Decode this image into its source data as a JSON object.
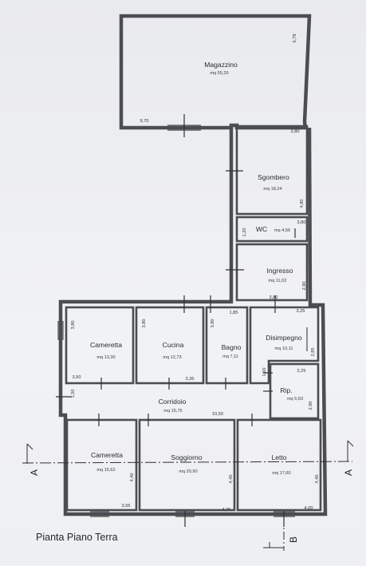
{
  "title": "Pianta Piano Terra",
  "rooms": {
    "magazzino": {
      "name": "Magazzino",
      "area": "mq 55,29"
    },
    "sgombero": {
      "name": "Sgombero",
      "area": "mq 18,24"
    },
    "wc": {
      "name": "WC",
      "area": "mq 4,56"
    },
    "ingresso": {
      "name": "Ingresso",
      "area": "mq 11,02"
    },
    "cameretta1": {
      "name": "Cameretta",
      "area": "mq 13,30"
    },
    "cucina": {
      "name": "Cucina",
      "area": "mq 12,73"
    },
    "bagno": {
      "name": "Bagno",
      "area": "mq 7,11"
    },
    "disimpegno": {
      "name": "Disimpegno",
      "area": "mq 10,11"
    },
    "rip": {
      "name": "Rip.",
      "area": "mq 5,63"
    },
    "corridoio": {
      "name": "Corridoio",
      "area": "mq 15,75"
    },
    "cameretta2": {
      "name": "Cameretta",
      "area": "mq 15,62"
    },
    "soggiorno": {
      "name": "Soggiorno",
      "area": "mq 20,90"
    },
    "letto": {
      "name": "Letto",
      "area": "mq 17,60"
    }
  },
  "dims": {
    "mag_h": "5,79",
    "mag_w": "9,70",
    "sg_w": "3,80",
    "sg_h": "4,80",
    "wc_w": "3,80",
    "wc_h": "1,20",
    "ing_h": "2,90",
    "ing_w": "3,80",
    "cam1_h": "3,80",
    "cam1_w": "3,50",
    "cuc_h": "3,80",
    "cuc_w": "3,35",
    "bag_h": "3,80",
    "bag_w": "1,85",
    "dis_w": "3,25",
    "dis_h": "2,85",
    "dis_d": "1,00",
    "rip_w": "2,25",
    "rip_h": "2,90",
    "cor_h": "1,50",
    "cor_w": "10,50",
    "cam2_h": "4,40",
    "cam2_w": "3,55",
    "sog_h": "4,40",
    "sog_w": "4,75",
    "let_h": "4,40",
    "let_w": "4,00"
  },
  "section": {
    "a_left": "A",
    "a_right": "A",
    "b": "B"
  }
}
